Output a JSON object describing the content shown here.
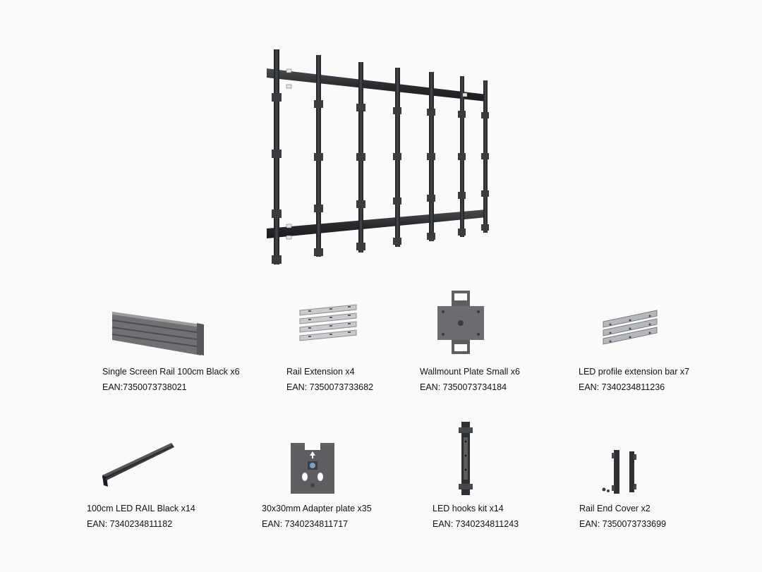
{
  "products": [
    {
      "name": "Single Screen Rail 100cm Black x6",
      "ean": "EAN:7350073738021"
    },
    {
      "name": "Rail Extension x4",
      "ean": "EAN: 7350073733682"
    },
    {
      "name": "Wallmount Plate Small x6",
      "ean": "EAN: 7350073734184"
    },
    {
      "name": "LED profile extension bar x7",
      "ean": "EAN: 7340234811236"
    },
    {
      "name": "100cm LED RAIL  Black x14",
      "ean": "EAN: 7340234811182"
    },
    {
      "name": "30x30mm Adapter plate x35",
      "ean": "EAN: 7340234811717"
    },
    {
      "name": "LED hooks kit x14",
      "ean": "EAN: 7340234811243"
    },
    {
      "name": "Rail End Cover x2",
      "ean": "EAN: 7350073733699"
    }
  ]
}
